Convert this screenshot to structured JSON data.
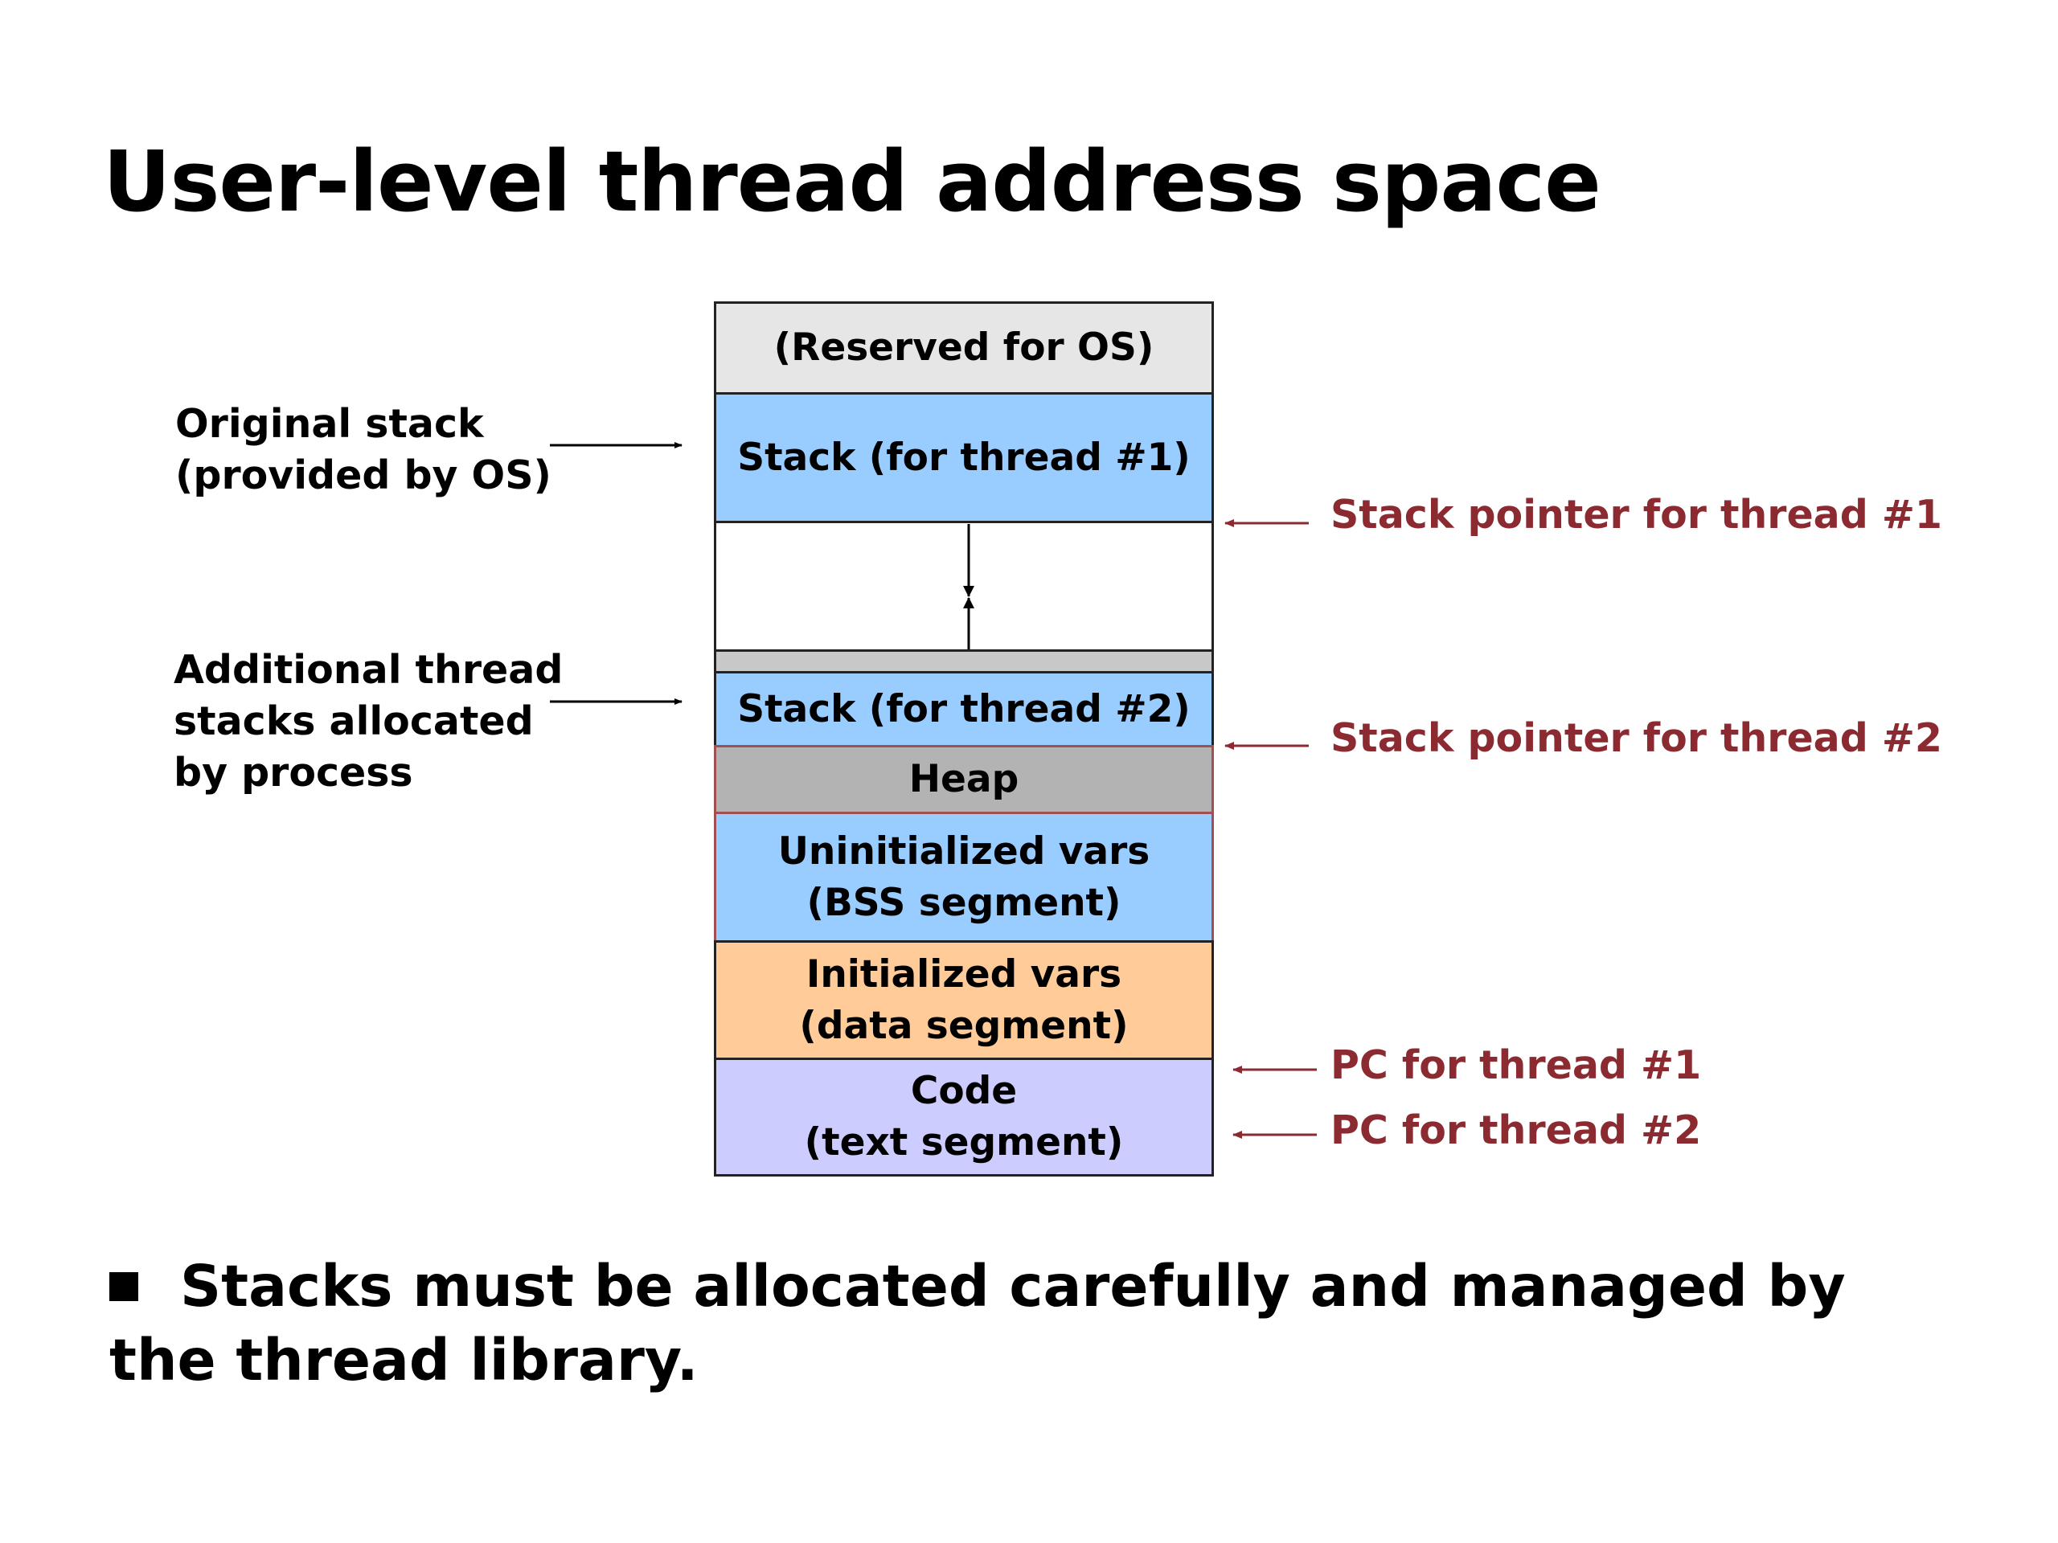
{
  "title": "User-level thread address space",
  "segments": {
    "reserved": {
      "label": "(Reserved for OS)",
      "color": "#e6e6e6"
    },
    "stack1": {
      "label": "Stack (for thread #1)",
      "color": "#99ccff"
    },
    "free": {
      "label": "",
      "color": "#ffffff"
    },
    "stack2": {
      "label": "Stack (for thread #2)",
      "color": "#99ccff"
    },
    "heap": {
      "label": "Heap",
      "color": "#b3b3b3"
    },
    "bss": {
      "label": "Uninitialized vars\n(BSS segment)",
      "color": "#99ccff"
    },
    "data": {
      "label": "Initialized vars\n(data segment)",
      "color": "#ffcc99"
    },
    "code": {
      "label": "Code\n(text segment)",
      "color": "#ccccff"
    }
  },
  "left_labels": {
    "original_stack": "Original stack\n(provided by OS)",
    "additional_stacks": "Additional thread\nstacks allocated\nby process"
  },
  "right_labels": {
    "sp1": "Stack pointer for thread #1",
    "sp2": "Stack pointer for thread #2",
    "pc1": "PC for thread #1",
    "pc2": "PC for thread #2"
  },
  "bullet": "Stacks must be allocated carefully and managed by the thread library.",
  "colors": {
    "annotation_red": "#8b2a30",
    "border": "#222222"
  }
}
